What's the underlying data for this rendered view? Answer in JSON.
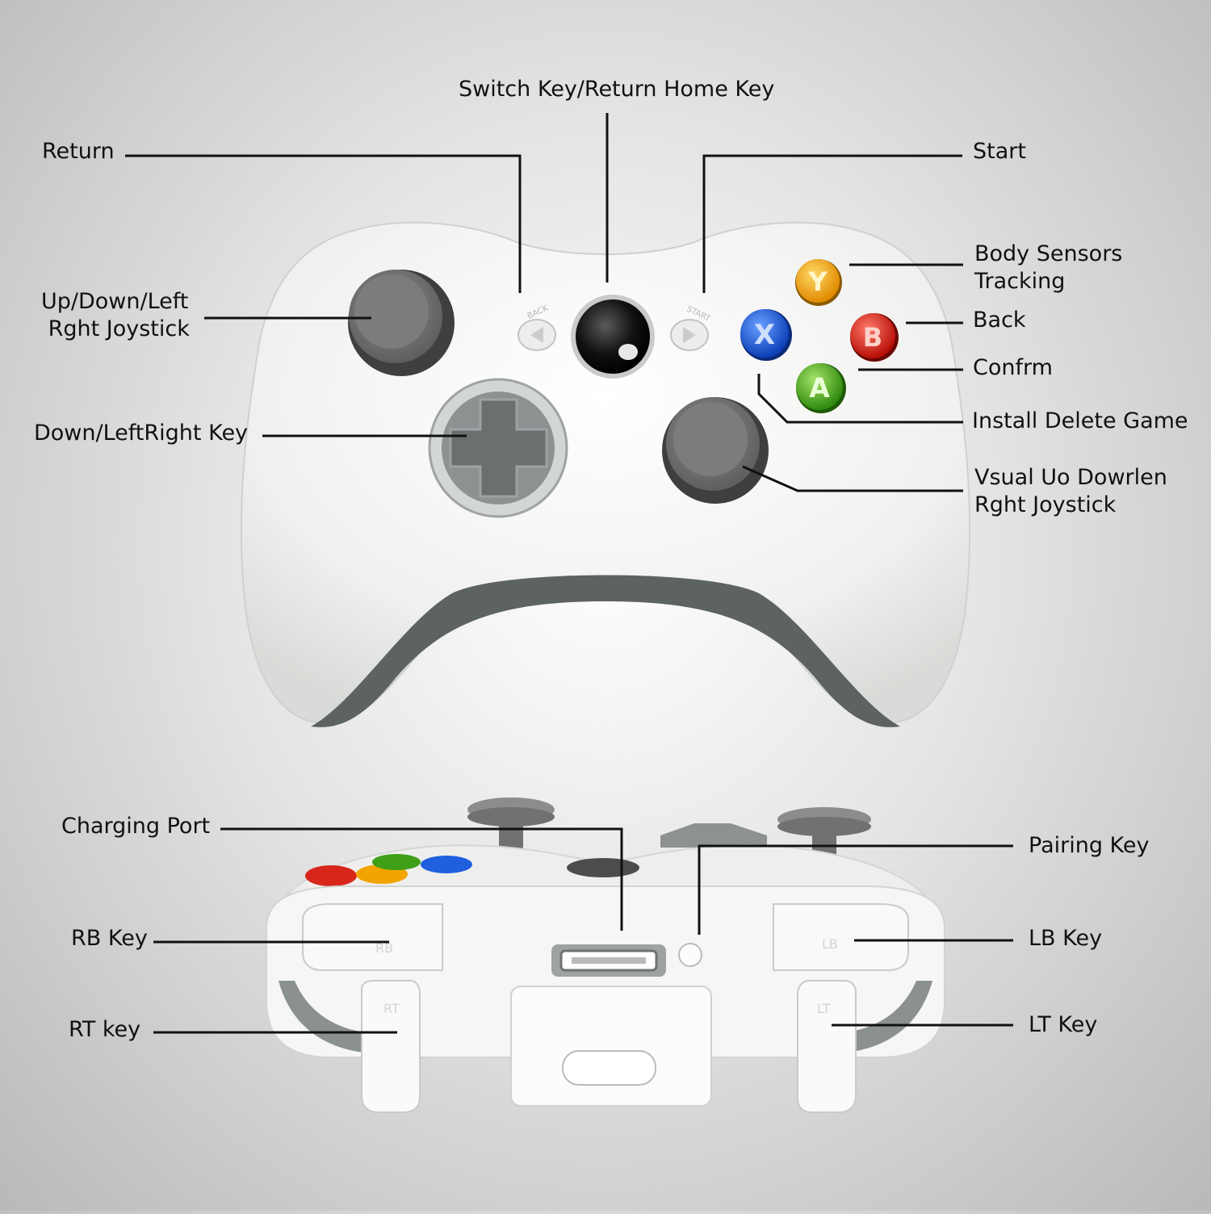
{
  "labels": {
    "switch_home": "Switch Key/Return Home Key",
    "return": "Return",
    "start": "Start",
    "body_sensors": "Body Sensors\nTracking",
    "left_joystick": "Up/Down/Left\n Rght Joystick",
    "back": "Back",
    "confirm": "Confrm",
    "dpad": "Down/LeftRight Key",
    "install_delete": "Install Delete Game",
    "right_joystick": "Vsual Uo Dowrlen\nRght Joystick",
    "charging_port": "Charging Port",
    "pairing_key": "Pairing Key",
    "rb_key": "RB Key",
    "lb_key": "LB Key",
    "rt_key": "RT key",
    "lt_key": "LT Key"
  },
  "controller": {
    "face_buttons": [
      {
        "letter": "Y",
        "color": "#f2a400"
      },
      {
        "letter": "X",
        "color": "#1f5fe0"
      },
      {
        "letter": "B",
        "color": "#e01b12"
      },
      {
        "letter": "A",
        "color": "#49b51a"
      }
    ],
    "small_text": {
      "back": "BACK",
      "start": "START",
      "rb": "RB",
      "lb": "LB",
      "rt": "RT",
      "lt": "LT"
    },
    "body_color": "#f4f5f3",
    "grip_color": "#5d6262",
    "stick_color": "#767879"
  }
}
